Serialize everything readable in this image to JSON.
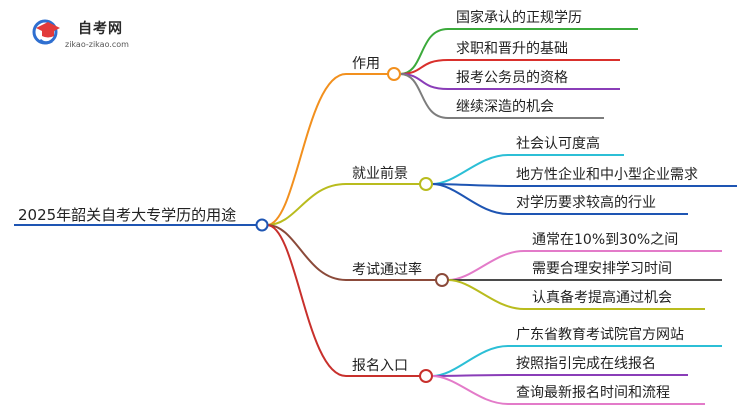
{
  "logo": {
    "title": "自考网",
    "subtitle": "zikao-zikao.com",
    "icon": "graduation-cap-icon"
  },
  "mindmap": {
    "root": "2025年韶关自考大专学历的用途",
    "branches": [
      {
        "label": "作用",
        "color": "#F2901E",
        "leaves": [
          {
            "label": "国家承认的正规学历",
            "color": "#3BAA3B"
          },
          {
            "label": "求职和晋升的基础",
            "color": "#D9302C"
          },
          {
            "label": "报考公务员的资格",
            "color": "#8A3DB8"
          },
          {
            "label": "继续深造的机会",
            "color": "#7D7D7D"
          }
        ]
      },
      {
        "label": "就业前景",
        "color": "#B9BC1E",
        "leaves": [
          {
            "label": "社会认可度高",
            "color": "#2CBFD6"
          },
          {
            "label": "地方性企业和中小型企业需求",
            "color": "#1E55B3"
          },
          {
            "label": "对学历要求较高的行业",
            "color": "#1E55B3"
          }
        ]
      },
      {
        "label": "考试通过率",
        "color": "#8B4A3A",
        "leaves": [
          {
            "label": "通常在10%到30%之间",
            "color": "#E37BC9"
          },
          {
            "label": "需要合理安排学习时间",
            "color": "#4A4A4A"
          },
          {
            "label": "认真备考提高通过机会",
            "color": "#B9BC1E"
          }
        ]
      },
      {
        "label": "报名入口",
        "color": "#C8302C",
        "leaves": [
          {
            "label": "广东省教育考试院官方网站",
            "color": "#2CBFD6"
          },
          {
            "label": "按照指引完成在线报名",
            "color": "#8A3DB8"
          },
          {
            "label": "查询最新报名时间和流程",
            "color": "#E37BC9"
          }
        ]
      }
    ],
    "root_color": "#1E55B3"
  }
}
